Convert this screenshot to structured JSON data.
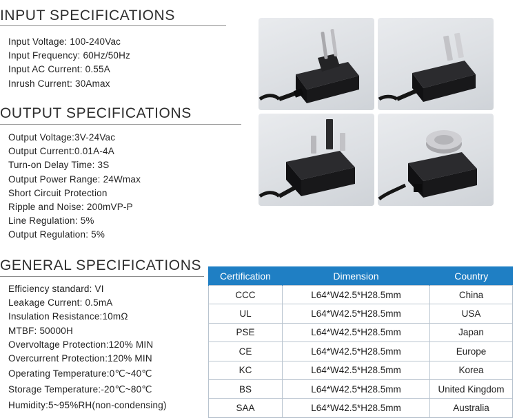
{
  "input": {
    "title": "INPUT SPECIFICATIONS",
    "items": [
      "Input Voltage: 100-240Vac",
      "Input Frequency: 60Hz/50Hz",
      "Input AC Current: 0.55A",
      "Inrush Current: 30Amax"
    ]
  },
  "output": {
    "title": "OUTPUT SPECIFICATIONS",
    "items": [
      "Output Voltage:3V-24Vac",
      "Output Current:0.01A-4A",
      "Turn-on Delay Time: 3S",
      "Output Power Range: 24Wmax",
      "Short Circuit Protection",
      "Ripple and Noise: 200mVP-P",
      "Line Regulation: 5%",
      "Output Regulation: 5%"
    ]
  },
  "general": {
    "title": "GENERAL SPECIFICATIONS",
    "items": [
      "Efficiency standard: VI",
      "Leakage Current: 0.5mA",
      "Insulation Resistance:10mΩ",
      "MTBF: 50000H",
      "Overvoltage Protection:120% MIN",
      "Overcurrent Protection:120% MIN",
      "Operating  Temperature:0℃~40℃",
      "Storage  Temperature:-20℃~80℃",
      "Humidity:5~95%RH(non-condensing)"
    ]
  },
  "certifications": {
    "headers": [
      "Certification",
      "Dimension",
      "Country"
    ],
    "rows": [
      [
        "CCC",
        "L64*W42.5*H28.5mm",
        "China"
      ],
      [
        "UL",
        "L64*W42.5*H28.5mm",
        "USA"
      ],
      [
        "PSE",
        "L64*W42.5*H28.5mm",
        "Japan"
      ],
      [
        "CE",
        "L64*W42.5*H28.5mm",
        "Europe"
      ],
      [
        "KC",
        "L64*W42.5*H28.5mm",
        "Korea"
      ],
      [
        "BS",
        "L64*W42.5*H28.5mm",
        "United Kingdom"
      ],
      [
        "SAA",
        "L64*W42.5*H28.5mm",
        "Australia"
      ]
    ]
  },
  "colors": {
    "table_header": "#1f7fc4",
    "adapter_body": "#1c1c1e",
    "photo_background": "#dcdfe3"
  },
  "photos": [
    {
      "plug": "eu-plug"
    },
    {
      "plug": "us-plug"
    },
    {
      "plug": "uk-plug"
    },
    {
      "plug": "au-plug"
    }
  ]
}
